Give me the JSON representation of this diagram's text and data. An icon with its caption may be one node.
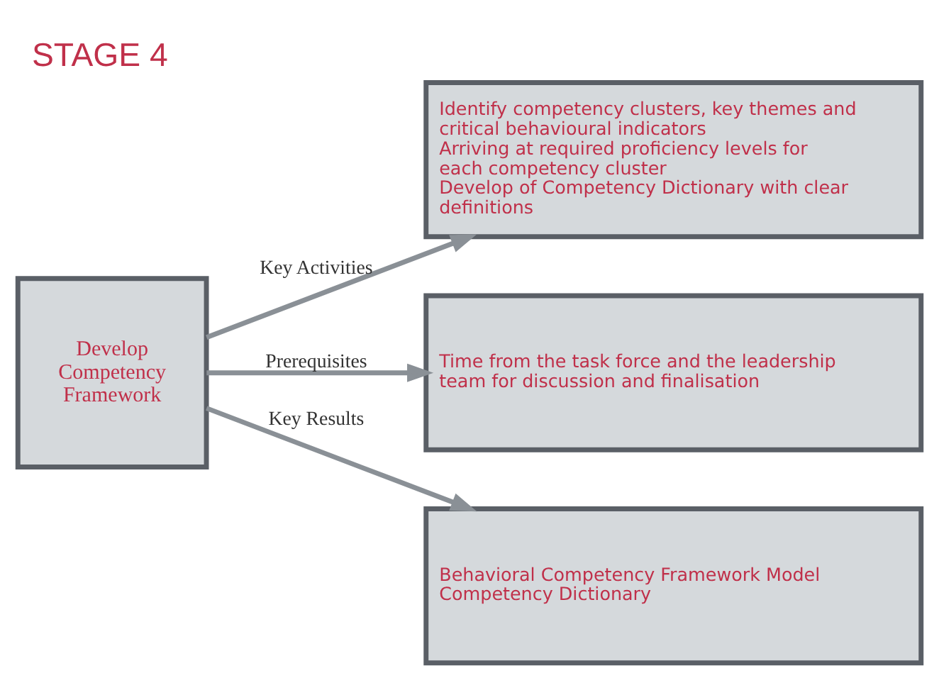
{
  "diagram": {
    "title": "STAGE 4",
    "nodes": [
      {
        "text": [
          "Develop Competency Framework"
        ]
      },
      {
        "text": [
          "Identify competency clusters, key themes and critical behavioural indicators",
          "Arriving at required proficiency levels for each competency cluster",
          "Develop of Competency Dictionary with clear definitions"
        ]
      },
      {
        "text": [
          "Time from the task force and the leadership team for discussion and finalisation"
        ]
      },
      {
        "text": [
          "Behavioral Competency Framework Model",
          "Competency Dictionary"
        ]
      }
    ],
    "edges": [
      {
        "from": 0,
        "to": 1,
        "arrow": "to",
        "label": "Key Activities"
      },
      {
        "from": 0,
        "to": 2,
        "arrow": "to",
        "label": "Prerequisites"
      },
      {
        "from": 0,
        "to": 3,
        "arrow": "to",
        "label": "Key Results"
      }
    ]
  }
}
